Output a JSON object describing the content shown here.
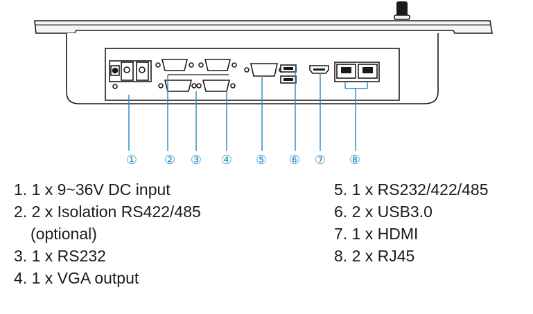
{
  "callouts": [
    "①",
    "②",
    "③",
    "④",
    "⑤",
    "⑥",
    "⑦",
    "⑧"
  ],
  "legend_left": [
    "1. 1 x 9~36V DC input",
    "2. 2 x Isolation RS422/485",
    "(optional)",
    "3. 1 x RS232",
    "4. 1 x VGA output"
  ],
  "legend_right": [
    "5. 1 x RS232/422/485",
    "6. 2 x USB3.0",
    "7. 1 x HDMI",
    "8. 2 x RJ45"
  ],
  "colors": {
    "callout": "#2f8fc8",
    "outline": "#1a1a1a"
  }
}
